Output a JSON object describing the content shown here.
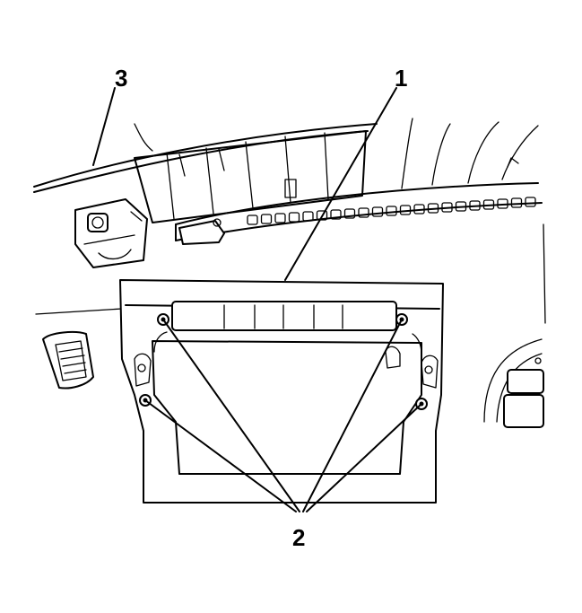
{
  "callouts": [
    {
      "id": "callout-1",
      "text": "1"
    },
    {
      "id": "callout-2",
      "text": "2"
    },
    {
      "id": "callout-3",
      "text": "3"
    }
  ]
}
